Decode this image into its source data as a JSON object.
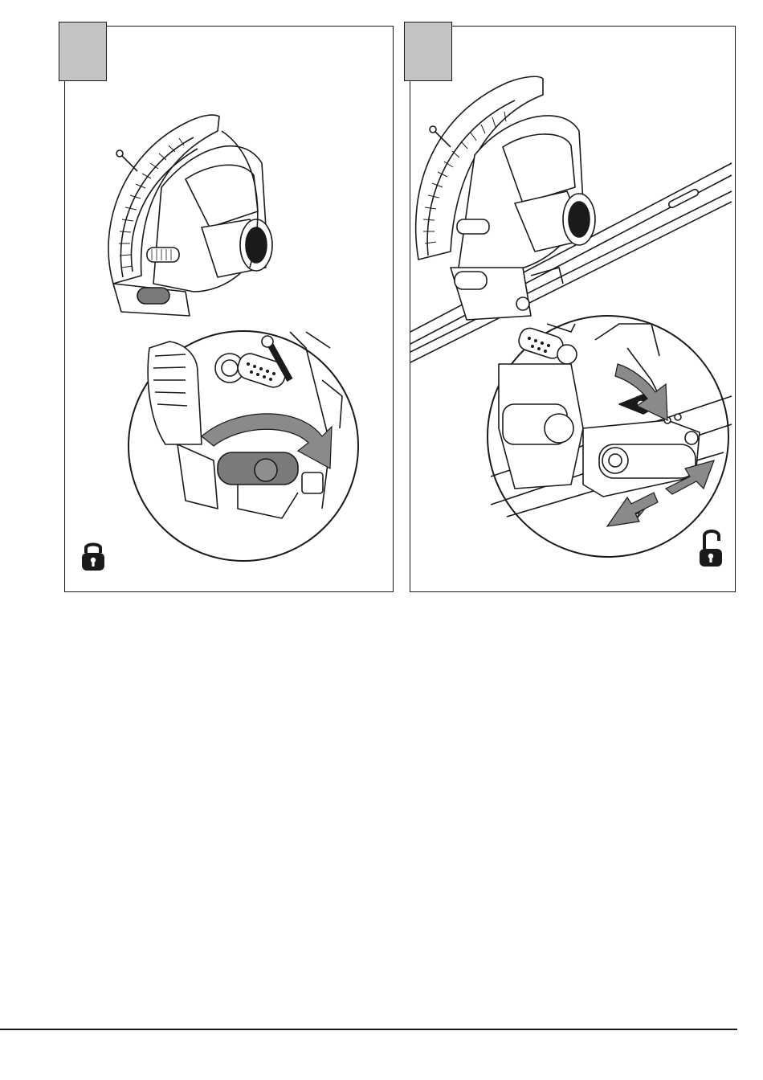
{
  "figures": [
    {
      "id": "left",
      "state_icon": "lock-closed-icon",
      "arrow": "rotate-lever-clockwise"
    },
    {
      "id": "right",
      "state_icon": "lock-open-icon",
      "arrow": "slide-back-and-forth"
    }
  ],
  "colors": {
    "line": "#1a1a1a",
    "tab": "#c4c4c4",
    "shade": "#7a7a7a"
  }
}
